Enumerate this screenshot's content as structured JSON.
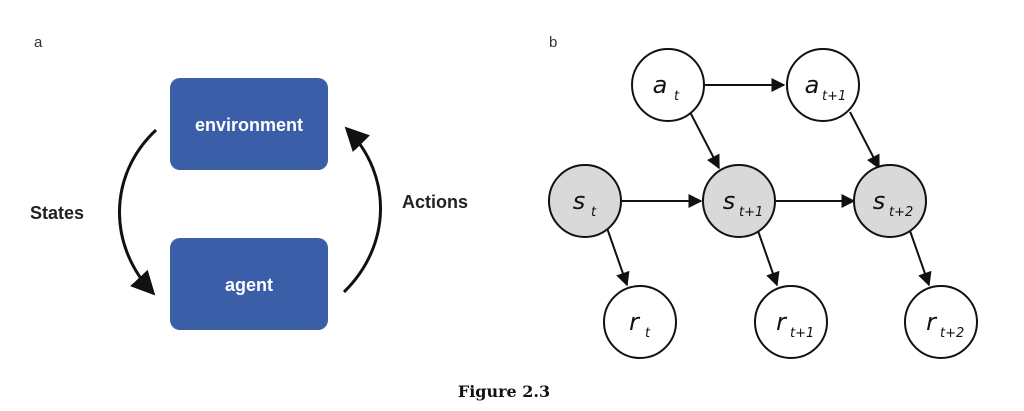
{
  "panel_a": {
    "label": "a",
    "top_box": "environment",
    "bottom_box": "agent",
    "left_arrow_label": "States",
    "right_arrow_label": "Actions",
    "box_color": "#3a5ea8"
  },
  "panel_b": {
    "label": "b",
    "nodes": {
      "a_t": {
        "main": "a",
        "sub": "t"
      },
      "a_t1": {
        "main": "a",
        "sub": "t+1"
      },
      "s_t": {
        "main": "s",
        "sub": "t"
      },
      "s_t1": {
        "main": "s",
        "sub": "t+1"
      },
      "s_t2": {
        "main": "s",
        "sub": "t+2"
      },
      "r_t": {
        "main": "r",
        "sub": "t"
      },
      "r_t1": {
        "main": "r",
        "sub": "t+1"
      },
      "r_t2": {
        "main": "r",
        "sub": "t+2"
      }
    },
    "state_fill": "#d9d9d9",
    "other_fill": "#ffffff"
  },
  "caption": "Figure 2.3"
}
